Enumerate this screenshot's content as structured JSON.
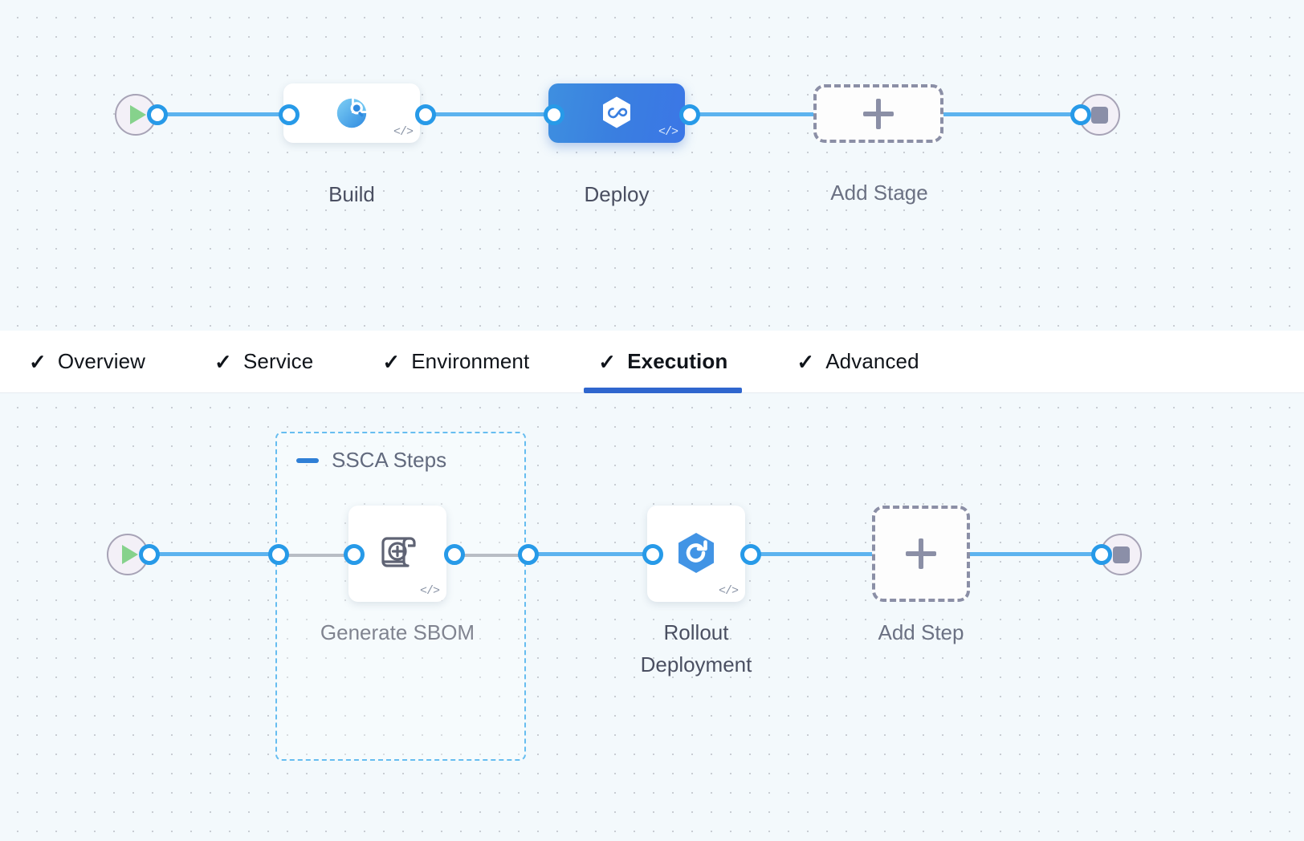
{
  "theme": {
    "accent_blue": "#2f66ce",
    "edge_blue": "#5cb3ef",
    "port_blue": "#279ae8",
    "canvas_bg": "#f3f9fc",
    "selected_node_blue": "#3a7fe0",
    "group_border_blue": "#66bdf0",
    "play_green": "#86d28c",
    "stop_gray": "#8b8fa8"
  },
  "stage_canvas": {
    "start_node": {
      "icon": "play-icon",
      "label": ""
    },
    "end_node": {
      "icon": "stop-icon",
      "label": ""
    },
    "stages": [
      {
        "label": "Build",
        "icon": "build-pie-icon",
        "selected": false,
        "code_icon": "code-icon"
      },
      {
        "label": "Deploy",
        "icon": "harness-hexagon-icon",
        "selected": true,
        "code_icon": "code-icon"
      }
    ],
    "add_stage": {
      "label": "Add Stage",
      "icon": "plus-icon"
    }
  },
  "tabs": {
    "items": [
      {
        "label": "Overview",
        "icon": "check-icon",
        "active": false
      },
      {
        "label": "Service",
        "icon": "check-icon",
        "active": false
      },
      {
        "label": "Environment",
        "icon": "check-icon",
        "active": false
      },
      {
        "label": "Execution",
        "icon": "check-icon",
        "active": true
      },
      {
        "label": "Advanced",
        "icon": "check-icon",
        "active": false
      }
    ]
  },
  "execution_canvas": {
    "start_node": {
      "icon": "play-icon"
    },
    "end_node": {
      "icon": "stop-icon"
    },
    "step_group": {
      "label": "SSCA Steps",
      "collapse_icon": "collapse-minus-icon"
    },
    "steps": [
      {
        "label": "Generate SBOM",
        "icon": "sbom-scroll-icon",
        "code_icon": "code-icon",
        "in_group": true
      },
      {
        "label": "Rollout\nDeployment",
        "label_line1": "Rollout",
        "label_line2": "Deployment",
        "icon": "rollout-hexagon-icon",
        "code_icon": "code-icon",
        "in_group": false
      }
    ],
    "add_step": {
      "label": "Add Step",
      "icon": "plus-icon"
    }
  }
}
